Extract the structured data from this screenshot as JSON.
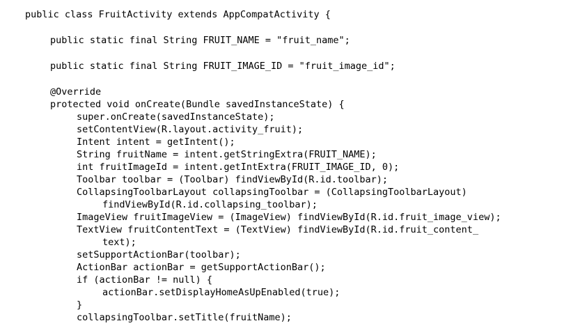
{
  "code": {
    "lines": [
      "public class FruitActivity extends AppCompatActivity {",
      "public static final String FRUIT_NAME = \"fruit_name\";",
      "public static final String FRUIT_IMAGE_ID = \"fruit_image_id\";",
      "@Override",
      "protected void onCreate(Bundle savedInstanceState) {",
      "super.onCreate(savedInstanceState);",
      "setContentView(R.layout.activity_fruit);",
      "Intent intent = getIntent();",
      "String fruitName = intent.getStringExtra(FRUIT_NAME);",
      "int fruitImageId = intent.getIntExtra(FRUIT_IMAGE_ID, 0);",
      "Toolbar toolbar = (Toolbar) findViewById(R.id.toolbar);",
      "CollapsingToolbarLayout collapsingToolbar = (CollapsingToolbarLayout)",
      "findViewById(R.id.collapsing_toolbar);",
      "ImageView fruitImageView = (ImageView) findViewById(R.id.fruit_image_view);",
      "TextView fruitContentText = (TextView) findViewById(R.id.fruit_content_",
      "text);",
      "setSupportActionBar(toolbar);",
      "ActionBar actionBar = getSupportActionBar();",
      "if (actionBar != null) {",
      "actionBar.setDisplayHomeAsUpEnabled(true);",
      "}",
      "collapsingToolbar.setTitle(fruitName);"
    ]
  }
}
